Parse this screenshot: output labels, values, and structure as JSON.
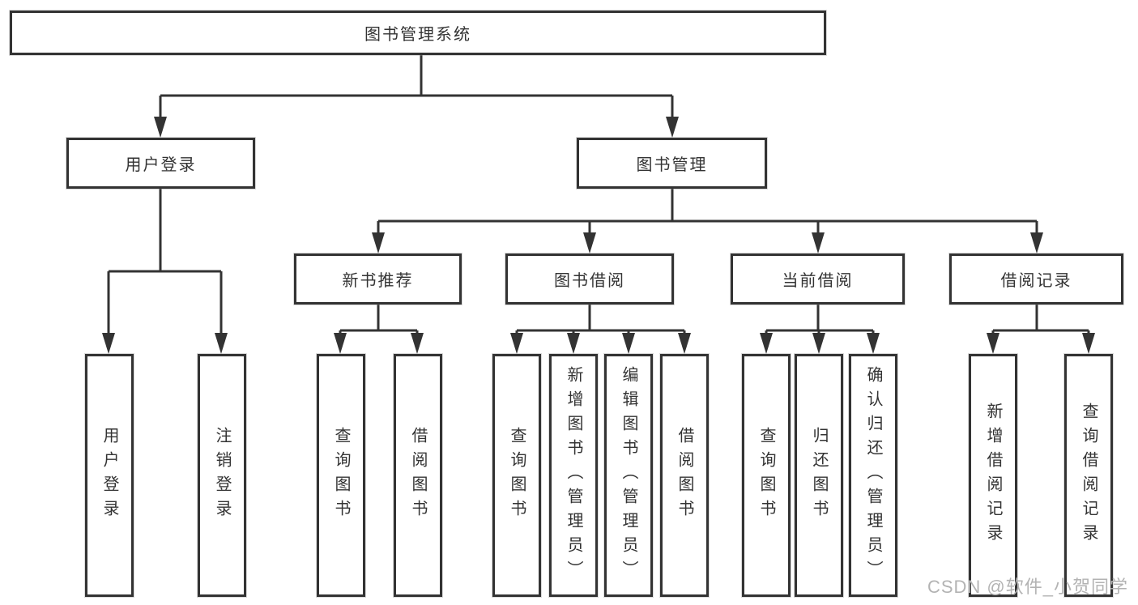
{
  "diagram": {
    "root": {
      "label": "图书管理系统"
    },
    "branches": [
      {
        "label": "用户登录",
        "leaves": [
          "用户登录",
          "注销登录"
        ]
      },
      {
        "label": "图书管理",
        "children": [
          {
            "label": "新书推荐",
            "leaves": [
              "查询图书",
              "借阅图书"
            ]
          },
          {
            "label": "图书借阅",
            "leaves": [
              "查询图书",
              "新增图书（管理员）",
              "编辑图书（管理员）",
              "借阅图书"
            ]
          },
          {
            "label": "当前借阅",
            "leaves": [
              "查询图书",
              "归还图书",
              "确认归还（管理员）"
            ]
          },
          {
            "label": "借阅记录",
            "leaves": [
              "新增借阅记录",
              "查询借阅记录"
            ]
          }
        ]
      }
    ],
    "watermark": "CSDN @软件_小贺同学",
    "colors": {
      "line": "#333333",
      "box_border": "#333333",
      "text": "#333333",
      "watermark": "#b3b3b3",
      "background": "#ffffff"
    }
  }
}
